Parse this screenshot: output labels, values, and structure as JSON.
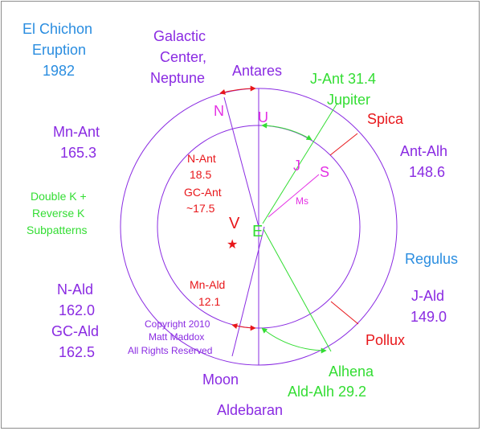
{
  "colors": {
    "purple": "#8a2be2",
    "red": "#e8161a",
    "green": "#33dd33",
    "blue": "#2a8de0",
    "magenta": "#e431e4",
    "circle": "#8a2be2"
  },
  "labels": {
    "event_line1": "El Chichon",
    "event_line2": "Eruption",
    "event_year": "1982",
    "gc_line1": "Galactic",
    "gc_line2": "Center,",
    "gc_line3": "Neptune",
    "antares": "Antares",
    "jant": "J-Ant 31.4",
    "jupiter": "Jupiter",
    "spica": "Spica",
    "antalh_name": "Ant-Alh",
    "antalh_value": "148.6",
    "mnant_name": "Mn-Ant",
    "mnant_value": "165.3",
    "nant_name": "N-Ant",
    "nant_value": "18.5",
    "gcant_name": "GC-Ant",
    "gcant_value": "~17.5",
    "pattern1": "Double K +",
    "pattern2": "Reverse K",
    "pattern3": "Subpatterns",
    "regulus": "Regulus",
    "nald_name": "N-Ald",
    "nald_value": "162.0",
    "gcald_name": "GC-Ald",
    "gcald_value": "162.5",
    "mnald_name": "Mn-Ald",
    "mnald_value": "12.1",
    "jald_name": "J-Ald",
    "jald_value": "149.0",
    "copyright1": "Copyright 2010",
    "copyright2": "Matt Maddox",
    "copyright3": "All Rights Reserved",
    "pollux": "Pollux",
    "moon": "Moon",
    "alhena": "Alhena",
    "aldalh": "Ald-Alh 29.2",
    "aldebaran": "Aldebaran",
    "ms": "Ms"
  },
  "glyphs": {
    "N": "N",
    "U": "U",
    "J": "J",
    "S": "S",
    "V": "V",
    "E": "E",
    "star": "★"
  }
}
